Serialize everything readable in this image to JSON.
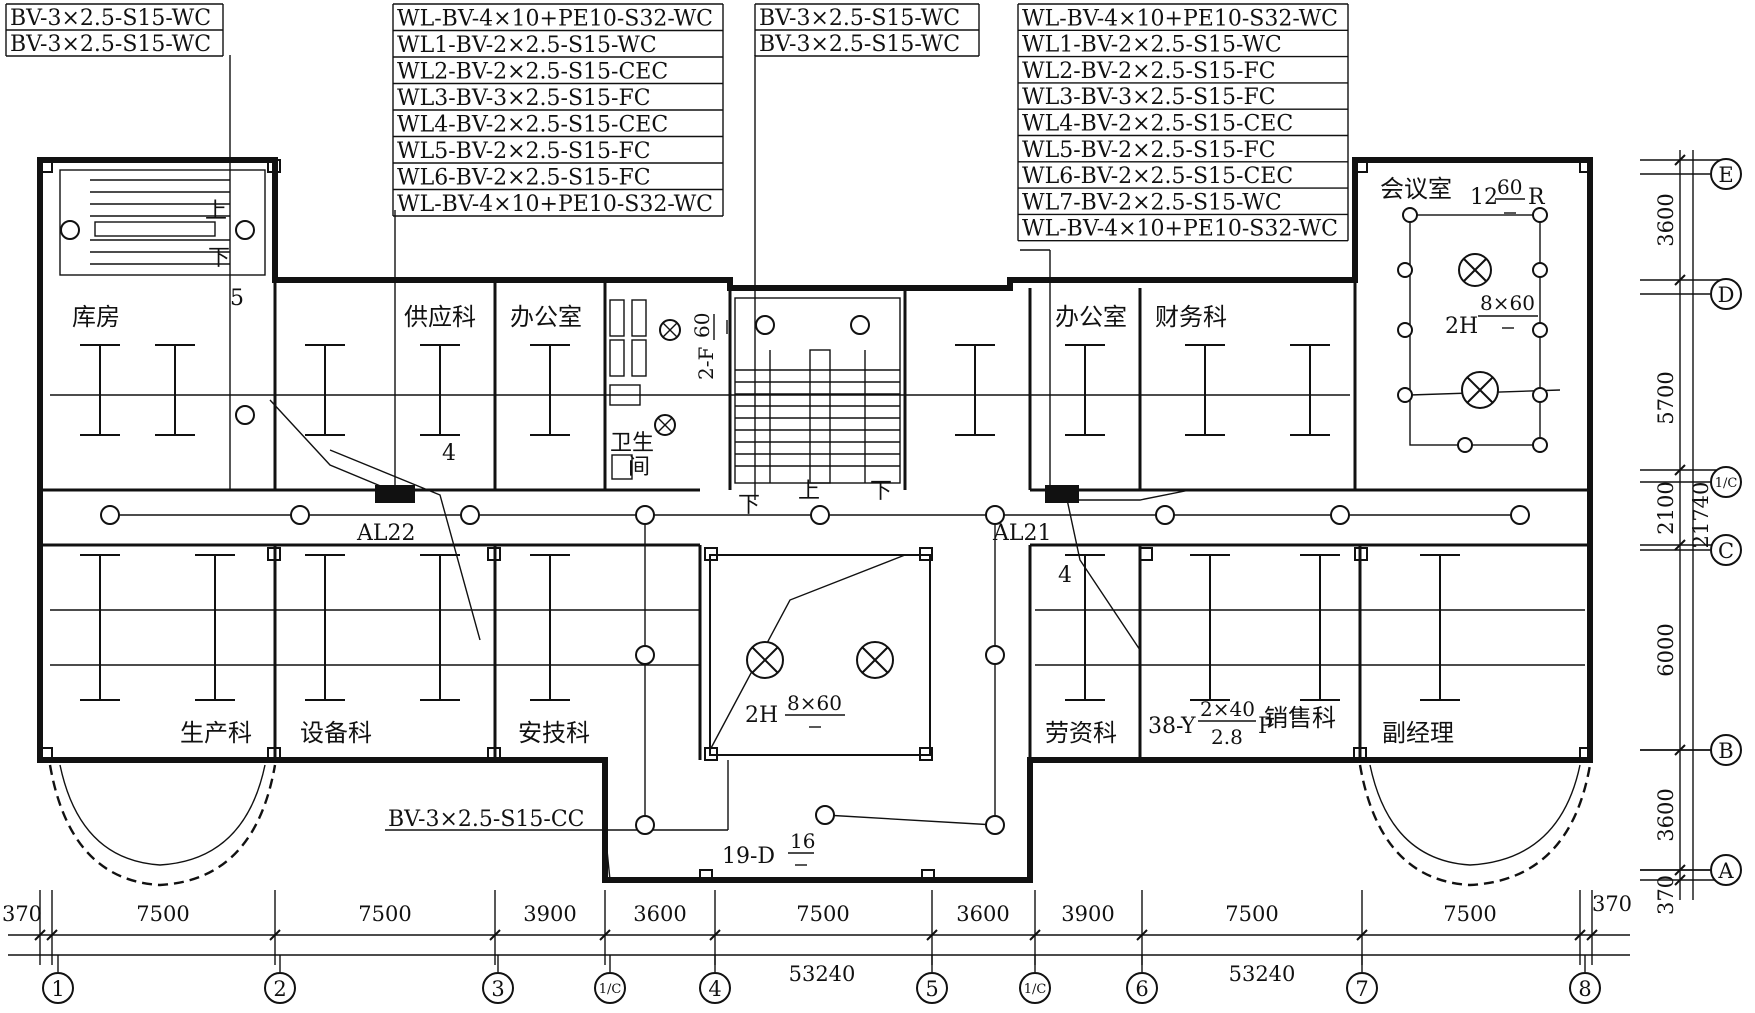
{
  "header_boxes": {
    "left": [
      "BV-3×2.5-S15-WC",
      "BV-3×2.5-S15-WC"
    ],
    "center_left": [
      "WL-BV-4×10+PE10-S32-WC",
      "WL1-BV-2×2.5-S15-WC",
      "WL2-BV-2×2.5-S15-CEC",
      "WL3-BV-3×2.5-S15-FC",
      "WL4-BV-2×2.5-S15-CEC",
      "WL5-BV-2×2.5-S15-FC",
      "WL6-BV-2×2.5-S15-FC",
      "WL-BV-4×10+PE10-S32-WC"
    ],
    "center": [
      "BV-3×2.5-S15-WC",
      "BV-3×2.5-S15-WC"
    ],
    "right": [
      "WL-BV-4×10+PE10-S32-WC",
      "WL1-BV-2×2.5-S15-WC",
      "WL2-BV-2×2.5-S15-FC",
      "WL3-BV-3×2.5-S15-FC",
      "WL4-BV-2×2.5-S15-CEC",
      "WL5-BV-2×2.5-S15-FC",
      "WL6-BV-2×2.5-S15-CEC",
      "WL7-BV-2×2.5-S15-WC",
      "WL-BV-4×10+PE10-S32-WC"
    ]
  },
  "rooms": {
    "storage": "库房",
    "supply": "供应科",
    "office_left": "办公室",
    "toilet": "卫生间",
    "office_right": "办公室",
    "finance": "财务科",
    "meeting": "会议室",
    "production": "生产科",
    "equipment": "设备科",
    "safety_tech": "安技科",
    "labor": "劳资科",
    "sales": "销售科",
    "deputy_manager": "副经理"
  },
  "labels": {
    "panel_left": "AL22",
    "panel_right": "AL21",
    "down_1": "下",
    "down_2": "下",
    "up_1": "上",
    "up_2": "上",
    "down_3": "下",
    "n5": "5",
    "n4_left": "4",
    "n4_right": "4",
    "meeting_count": "12",
    "meeting_num": "60",
    "meeting_suffix": "R",
    "meeting_2h": "2H",
    "meeting_2h_num": "8×60",
    "hall_2h": "2H",
    "hall_2h_num": "8×60",
    "toilet_tag_prefix": "2-F",
    "toilet_tag_num": "60",
    "cable_cc": "BV-3×2.5-S15-CC",
    "lamp_19d": "19-D",
    "lamp_19d_num": "16",
    "lamp_38y_prefix": "38-Y",
    "lamp_38y_num": "2×40",
    "lamp_38y_den": "2.8",
    "lamp_38y_suffix": "P"
  },
  "dimensions": {
    "bottom_segments": [
      "370",
      "7500",
      "7500",
      "3900",
      "3600",
      "7500",
      "3600",
      "3900",
      "7500",
      "7500",
      "370"
    ],
    "bottom_totals": [
      "53240",
      "53240"
    ],
    "right_segments": [
      "3600",
      "5700",
      "2100",
      "6000",
      "3600",
      "370"
    ],
    "right_total": "21740"
  },
  "axes": {
    "columns": [
      "1",
      "2",
      "3",
      "1/C",
      "4",
      "5",
      "1/C",
      "6",
      "7",
      "8"
    ],
    "rows": [
      "E",
      "D",
      "1/C",
      "C",
      "B",
      "A"
    ]
  }
}
